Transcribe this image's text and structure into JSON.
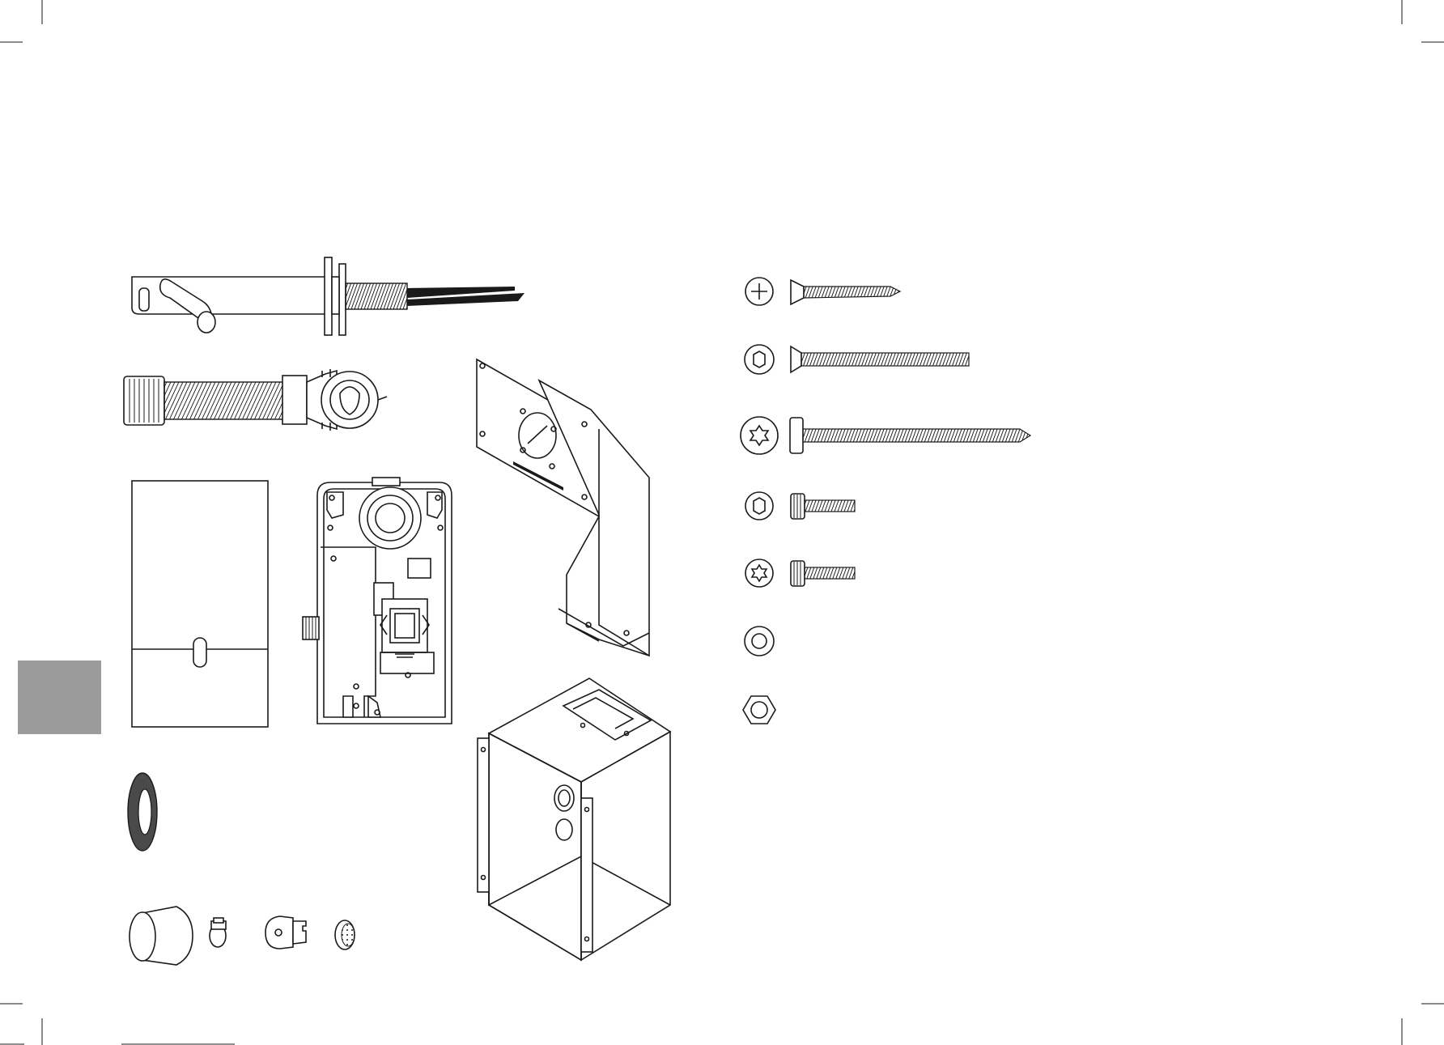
{
  "page": {
    "background": "#ffffff",
    "line_color": "#1a1a1a",
    "tab_color": "#9b9b9b"
  },
  "parts": [
    "faucet-spout",
    "flexible-connection-hose",
    "cover-plate",
    "control-unit-housing",
    "mounting-bracket",
    "sealing-ring",
    "mounting-box",
    "cap",
    "hose-clamp",
    "service-key",
    "aerator"
  ],
  "screws": [
    "phillips-countersunk-wood-screw",
    "hex-socket-countersunk-machine-screw",
    "torx-pan-head-wood-screw",
    "hex-socket-cap-screw",
    "torx-cap-screw",
    "washer",
    "hex-nut"
  ]
}
